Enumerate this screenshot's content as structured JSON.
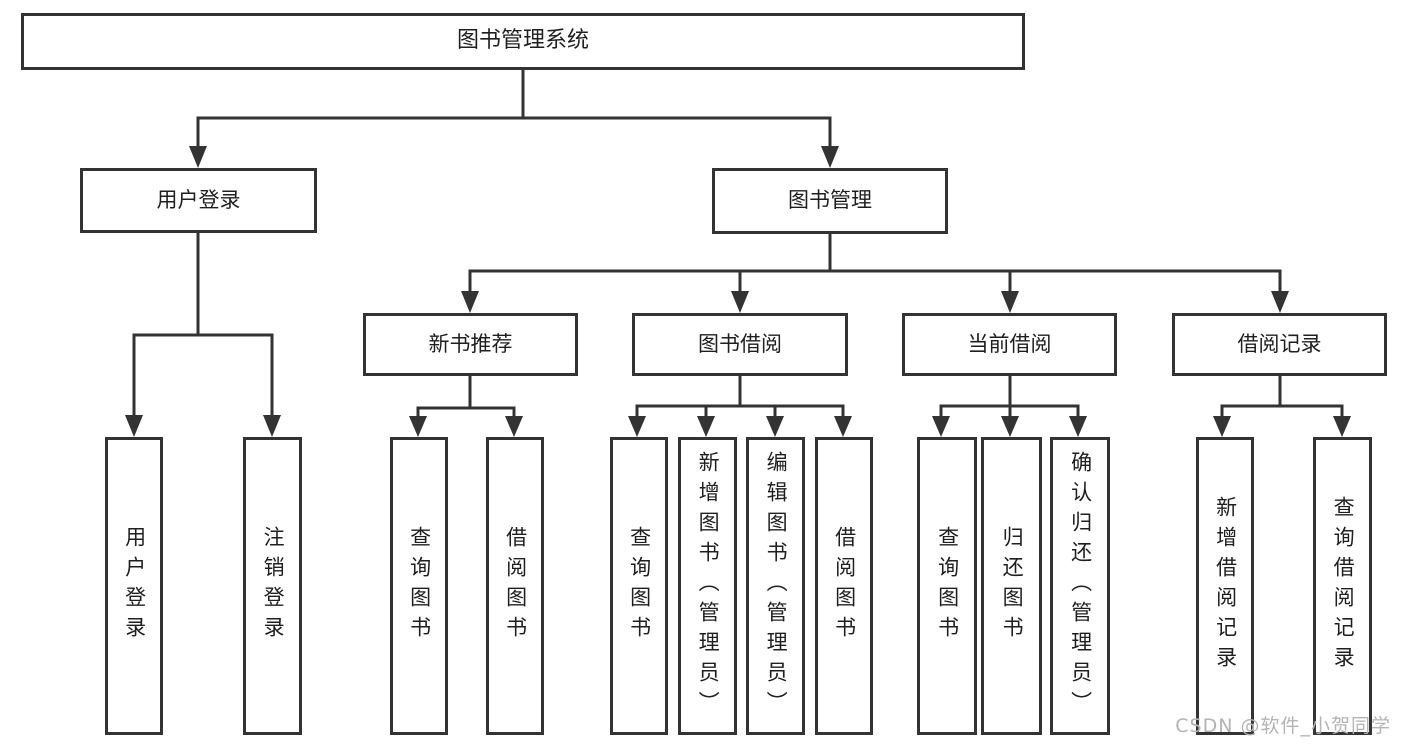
{
  "colors": {
    "line": "#333333",
    "text": "#1f1f1f",
    "box_bg": "#ffffff",
    "background": "#ffffff",
    "watermark": "#b4b4b4"
  },
  "watermark": "CSDN @软件_小贺同学",
  "tree": {
    "label": "图书管理系统",
    "children": [
      {
        "label": "用户登录",
        "children": [
          {
            "label": "用户登录"
          },
          {
            "label": "注销登录"
          }
        ]
      },
      {
        "label": "图书管理",
        "children": [
          {
            "label": "新书推荐",
            "children": [
              {
                "label": "查询图书"
              },
              {
                "label": "借阅图书"
              }
            ]
          },
          {
            "label": "图书借阅",
            "children": [
              {
                "label": "查询图书"
              },
              {
                "label": "新增图书（管理员）"
              },
              {
                "label": "编辑图书（管理员）"
              },
              {
                "label": "借阅图书"
              }
            ]
          },
          {
            "label": "当前借阅",
            "children": [
              {
                "label": "查询图书"
              },
              {
                "label": "归还图书"
              },
              {
                "label": "确认归还（管理员）"
              }
            ]
          },
          {
            "label": "借阅记录",
            "children": [
              {
                "label": "新增借阅记录"
              },
              {
                "label": "查询借阅记录"
              }
            ]
          }
        ]
      }
    ]
  }
}
